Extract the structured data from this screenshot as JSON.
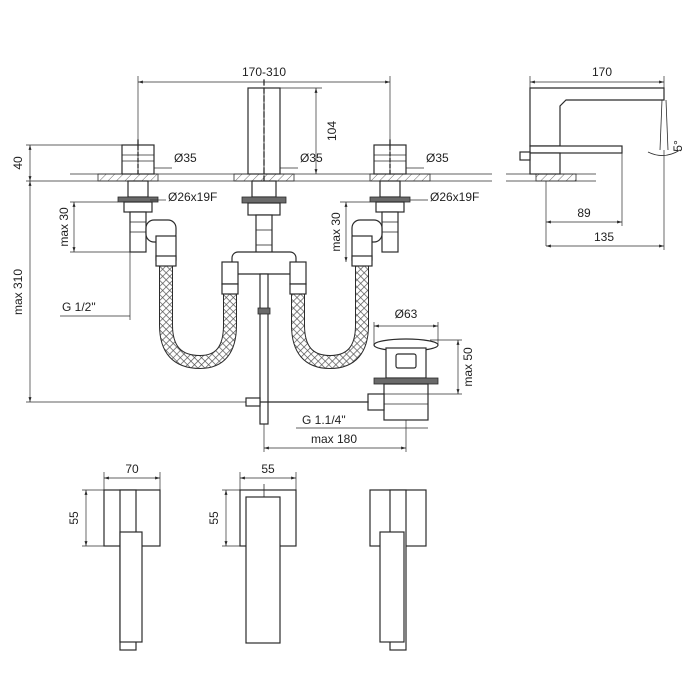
{
  "diagram": {
    "colors": {
      "line": "#2b2b2b",
      "fill": "#ffffff",
      "hatch": "#6a6a6a"
    },
    "labels": {
      "center_span": "170-310",
      "side_width": "170",
      "spout_height": "104",
      "deck_height": "40",
      "dia_left": "Ø35",
      "dia_center": "Ø35",
      "dia_right": "Ø35",
      "hole_left": "Ø26x19F",
      "hole_right": "Ø26x19F",
      "max30_left": "max 30",
      "max30_right": "max 30",
      "max310": "max 310",
      "thread_half": "G 1/2\"",
      "waste_dia": "Ø63",
      "waste_height": "max 50",
      "thread_waste": "G 1.1/4\"",
      "max180": "max 180",
      "side_spout": "89",
      "side_depth": "135",
      "swivel_angle": "5°",
      "handle_width": "70",
      "handle_height": "55",
      "spout_top_width": "55",
      "spout_top_height": "55"
    }
  }
}
